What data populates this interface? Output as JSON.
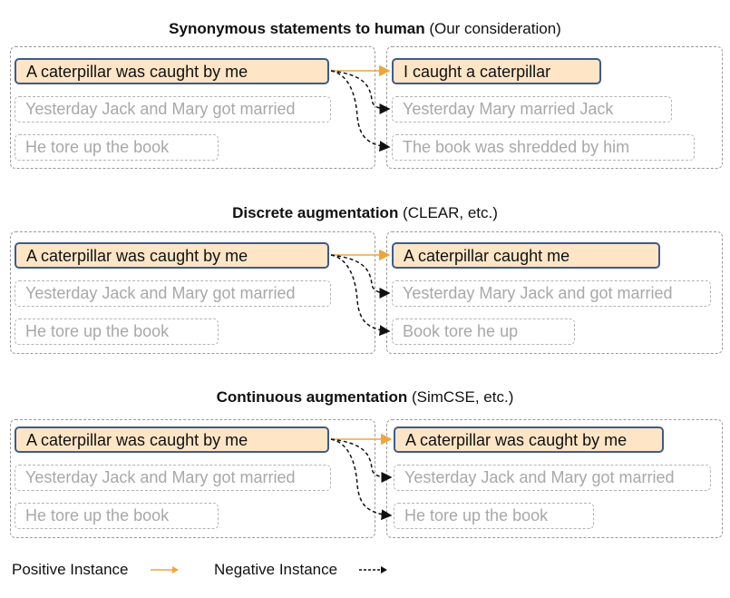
{
  "colors": {
    "positive_arrow": "#f0a53a",
    "negative_arrow": "#111111",
    "anchor_fill": "#fde5c6",
    "anchor_border": "#3d5b8c",
    "negative_text": "#a8a8a8",
    "dashed_border": "#9a9a9a"
  },
  "panels": [
    {
      "title_bold": "Synonymous statements to human",
      "title_rest": " (Our consideration)",
      "left": [
        "A caterpillar was caught by me",
        "Yesterday Jack and Mary got married",
        "He tore up the book"
      ],
      "right": [
        "I caught a caterpillar",
        "Yesterday Mary married Jack",
        "The book was shredded by him"
      ]
    },
    {
      "title_bold": "Discrete augmentation",
      "title_rest": " (CLEAR, etc.)",
      "left": [
        "A caterpillar was caught by me",
        "Yesterday Jack and Mary got married",
        "He tore up the book"
      ],
      "right": [
        "A caterpillar caught me",
        "Yesterday Mary Jack and got married",
        "Book tore he up"
      ]
    },
    {
      "title_bold": "Continuous augmentation",
      "title_rest": " (SimCSE, etc.)",
      "left": [
        "A caterpillar was caught by me",
        "Yesterday Jack and Mary got married",
        "He tore up the book"
      ],
      "right": [
        "A caterpillar was caught by me",
        "Yesterday Jack and Mary got married",
        "He tore up the book"
      ]
    }
  ],
  "legend": {
    "positive": "Positive Instance",
    "negative": "Negative Instance"
  }
}
